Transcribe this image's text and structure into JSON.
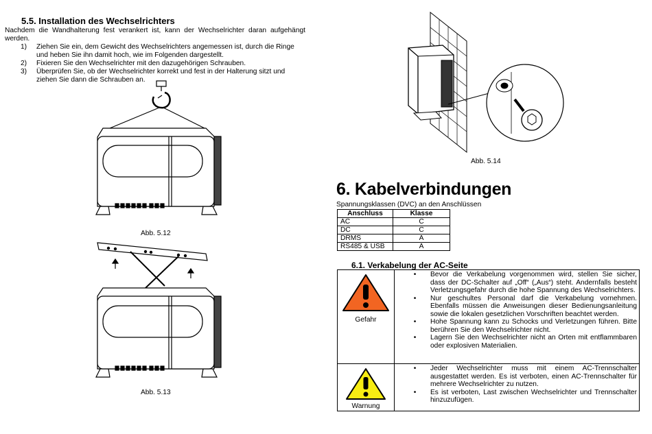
{
  "left": {
    "heading": "5.5.  Installation des Wechselrichters",
    "intro": "Nachdem die Wandhalterung fest verankert ist, kann der Wechselrichter daran aufgehängt werden.",
    "steps": [
      {
        "num": "1)",
        "text": "Ziehen Sie ein, dem Gewicht des Wechselrichters angemessen ist, durch die Ringe und heben Sie ihn damit hoch, wie im Folgenden dargestellt."
      },
      {
        "num": "2)",
        "text": "Fixieren Sie den Wechselrichter mit den dazugehörigen Schrauben."
      },
      {
        "num": "3)",
        "text": "Überprüfen Sie, ob der Wechselrichter korrekt und fest in der Halterung sitzt und ziehen Sie dann die Schrauben an."
      }
    ],
    "fig512": "Abb. 5.12",
    "fig513": "Abb. 5.13"
  },
  "right": {
    "fig514": "Abb. 5.14",
    "heading6": "6. Kabelverbindungen",
    "subtitle6": "Spannungsklassen (DVC) an den Anschlüssen",
    "table": {
      "headers": [
        "Anschluss",
        "Klasse"
      ],
      "rows": [
        [
          "AC",
          "C"
        ],
        [
          "DC",
          "C"
        ],
        [
          "DRMS",
          "A"
        ],
        [
          "RS485 & USB",
          "A"
        ]
      ]
    },
    "heading61": "6.1.  Verkabelung der AC-Seite",
    "danger": {
      "label": "Gefahr",
      "color": "#f26522",
      "bullets": [
        "Bevor die Verkabelung vorgenommen wird, stellen Sie sicher, dass der DC-Schalter auf „Off“ („Aus“) steht. Andernfalls besteht Verletzungsgefahr durch die hohe Spannung des Wechselrichters.",
        "Nur geschultes Personal darf die Verkabelung vornehmen. Ebenfalls müssen die Anweisungen dieser Bedienungsanleitung sowie die lokalen gesetzlichen Vorschriften beachtet werden.",
        "Hohe Spannung kann zu Schocks und Verletzungen führen. Bitte berühren Sie den Wechselrichter nicht.",
        "Lagern Sie den Wechselrichter nicht an Orten mit entflammbaren oder explosiven Materialien."
      ]
    },
    "warning": {
      "label": "Warnung",
      "color": "#f7ec13",
      "bullets": [
        "Jeder Wechselrichter muss mit einem AC-Trennschalter ausgestattet werden. Es ist verboten, einen AC-Trennschalter für mehrere Wechselrichter zu nutzen.",
        "Es ist verboten, Last zwischen Wechselrichter und Trennschalter hinzuzufügen."
      ]
    },
    "bullet": "•"
  }
}
